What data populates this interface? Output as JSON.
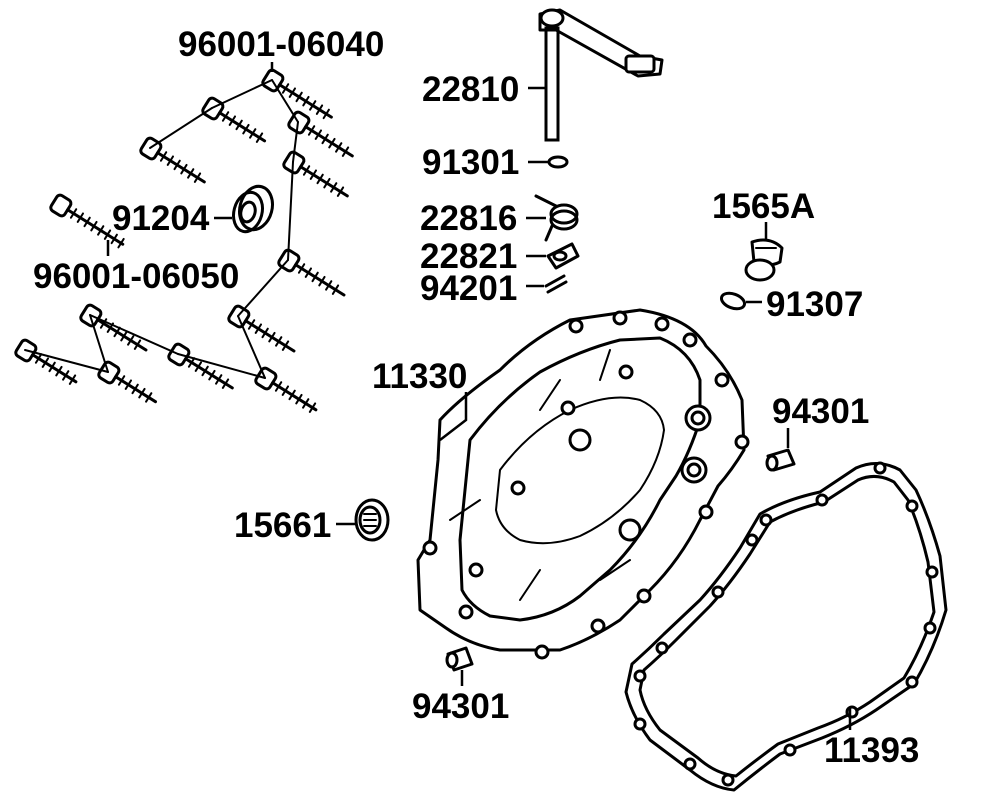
{
  "labels": {
    "bolt_m6x40": "96001-06040",
    "bolt_m6x50": "96001-06050",
    "oil_seal": "91204",
    "shift_shaft": "22810",
    "washer_shaft": "91301",
    "spring": "22816",
    "collar": "22821",
    "circlip": "94201",
    "plug": "1565A",
    "o_ring": "91307",
    "cover": "11330",
    "dowel_upper": "94301",
    "cap": "15661",
    "dowel_lower": "94301",
    "gasket": "11393"
  }
}
